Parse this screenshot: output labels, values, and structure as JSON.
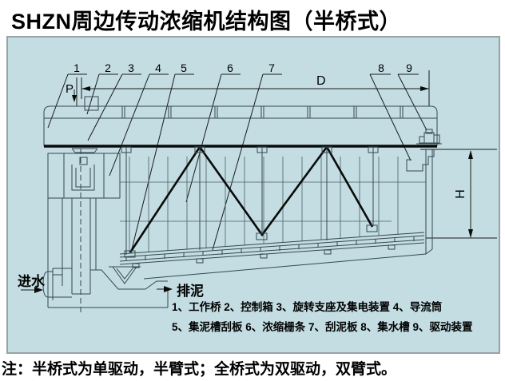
{
  "title": "SHZN周边传动浓缩机结构图（半桥式）",
  "note": "注：半桥式为单驱动，半臂式；全桥式为双驱动，双臂式。",
  "diagram": {
    "panel_color": "#c3dde2",
    "line_color": "#35484f",
    "callouts": [
      "1",
      "2",
      "3",
      "4",
      "5",
      "6",
      "7",
      "8",
      "9"
    ],
    "dim_p": "P",
    "dim_d": "D",
    "dim_h": "H",
    "inlet_label": "进水",
    "outlet_label": "排泥",
    "legend_line1": "1、工作桥 2、控制箱 3、旋转支座及集电装置 4、导流筒",
    "legend_line2": "5、集泥槽刮板 6、浓缩栅条 7、刮泥板 8、集水槽 9、驱动装置"
  }
}
